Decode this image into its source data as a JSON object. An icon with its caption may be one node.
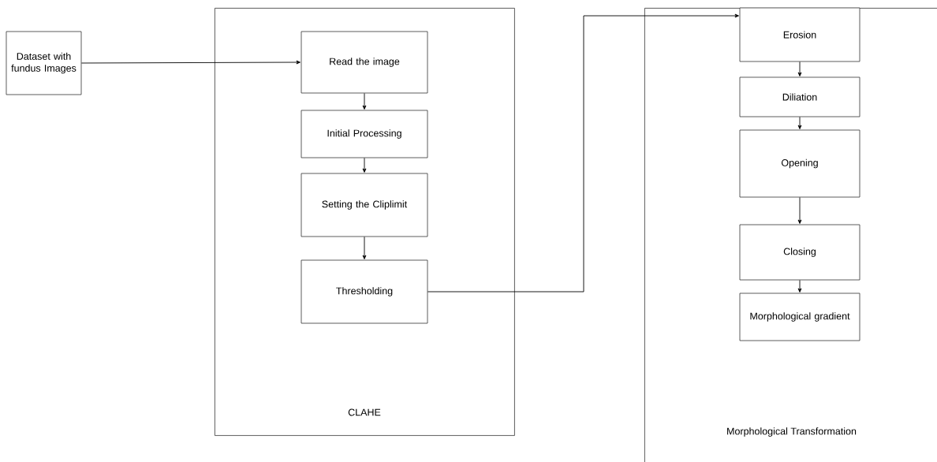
{
  "diagram": {
    "nodes": [
      {
        "text": [
          "Dataset with fundus Images"
        ]
      },
      {
        "text": [
          "CLAHE"
        ]
      },
      {
        "text": [
          "Read the image"
        ],
        "in": 1
      },
      {
        "text": [
          "Initial Processing"
        ],
        "in": 1
      },
      {
        "text": [
          "Setting the Cliplimit"
        ],
        "in": 1
      },
      {
        "text": [
          "Thresholding"
        ],
        "in": 1
      },
      {
        "text": [
          "Morphological Transformation"
        ]
      },
      {
        "text": [
          "Erosion"
        ],
        "in": 6
      },
      {
        "text": [
          "Diliation"
        ],
        "in": 6
      },
      {
        "text": [
          "Opening"
        ],
        "in": 6
      },
      {
        "text": [
          "Closing"
        ],
        "in": 6
      },
      {
        "text": [
          "Morphological gradient"
        ],
        "in": 6
      }
    ],
    "edges": [
      {
        "from": 0,
        "to": 2,
        "arrow": "to"
      },
      {
        "from": 2,
        "to": 3,
        "arrow": "to"
      },
      {
        "from": 3,
        "to": 4,
        "arrow": "to"
      },
      {
        "from": 4,
        "to": 5,
        "arrow": "to"
      },
      {
        "from": 5,
        "to": 7,
        "arrow": "to"
      },
      {
        "from": 7,
        "to": 8,
        "arrow": "to"
      },
      {
        "from": 8,
        "to": 9,
        "arrow": "to"
      },
      {
        "from": 9,
        "to": 10,
        "arrow": "to"
      },
      {
        "from": 10,
        "to": 11,
        "arrow": "to"
      }
    ]
  }
}
